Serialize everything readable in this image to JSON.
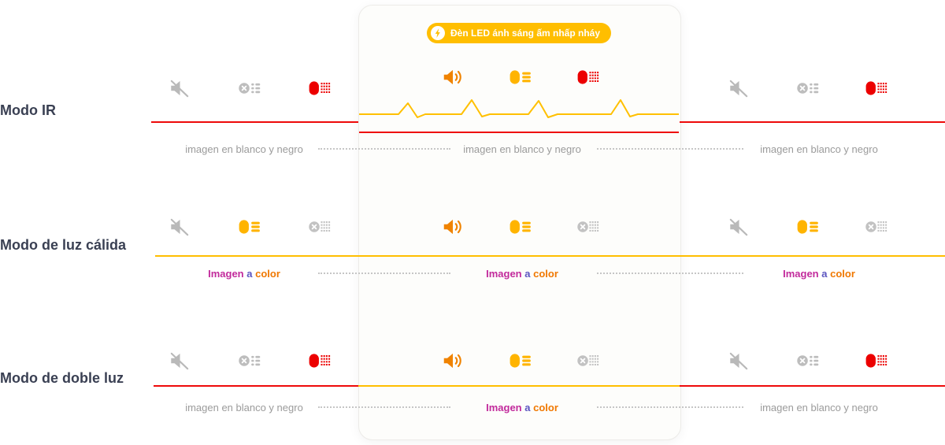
{
  "badge": {
    "label": "Đèn LED ánh sáng ấm nhấp nháy"
  },
  "colors": {
    "red_line": "#ee0a0a",
    "amber_line": "#ffbe00",
    "alarm_wave": "#ffc000",
    "badge_bg": "#ffbe00",
    "orange_icon": "#f08300",
    "yellow_icon": "#ffb400",
    "red_icon": "#ec0000",
    "gray_icon": "#b9b9b9",
    "label_text": "#3a4053",
    "caption_gray": "#9b9b9b"
  },
  "icon_defs": {
    "speaker-muted-icon": "gray speaker with slash (siren off)",
    "speaker-on-icon": "orange speaker with sound waves (siren on)",
    "warmlight-on-icon": "yellow warm LED with light beams (on)",
    "warmlight-off-icon": "gray LED with X and beams (warm light off)",
    "irlight-on-icon": "red IR LED with dotted beams (on)",
    "irlight-off-icon": "gray IR LED with X and dotted beams (off)",
    "flash-icon": "lightning bolt in white circle"
  },
  "rows": [
    {
      "label": "Modo IR",
      "line_color": "#ee0a0a",
      "sections": [
        {
          "icons": [
            "speaker-muted-icon",
            "warmlight-off-icon",
            "irlight-on-icon"
          ],
          "caption": {
            "style": "bw",
            "text": "imagen en blanco y negro"
          }
        },
        {
          "icons": [
            "speaker-on-icon",
            "warmlight-on-icon",
            "irlight-on-icon"
          ],
          "caption": {
            "style": "bw",
            "text": "imagen en blanco y negro"
          }
        },
        {
          "icons": [
            "speaker-muted-icon",
            "warmlight-off-icon",
            "irlight-on-icon"
          ],
          "caption": {
            "style": "bw",
            "text": "imagen en blanco y negro"
          }
        }
      ]
    },
    {
      "label": "Modo de luz cálida",
      "line_color": "#ffbe00",
      "sections": [
        {
          "icons": [
            "speaker-muted-icon",
            "warmlight-on-icon",
            "irlight-off-icon"
          ],
          "caption": {
            "style": "color",
            "parts": [
              "Imagen",
              "a",
              "color"
            ]
          }
        },
        {
          "icons": [
            "speaker-on-icon",
            "warmlight-on-icon",
            "irlight-off-icon"
          ],
          "caption": {
            "style": "color",
            "parts": [
              "Imagen",
              "a",
              "color"
            ]
          }
        },
        {
          "icons": [
            "speaker-muted-icon",
            "warmlight-on-icon",
            "irlight-off-icon"
          ],
          "caption": {
            "style": "color",
            "parts": [
              "Imagen",
              "a",
              "color"
            ]
          }
        }
      ]
    },
    {
      "label": "Modo de doble luz",
      "line_colors": {
        "left": "#ee0a0a",
        "center": "#ffbe00",
        "right": "#ee0a0a"
      },
      "sections": [
        {
          "icons": [
            "speaker-muted-icon",
            "warmlight-off-icon",
            "irlight-on-icon"
          ],
          "caption": {
            "style": "bw",
            "text": "imagen en blanco y negro"
          }
        },
        {
          "icons": [
            "speaker-on-icon",
            "warmlight-on-icon",
            "irlight-off-icon"
          ],
          "caption": {
            "style": "color",
            "parts": [
              "Imagen",
              "a",
              "color"
            ]
          }
        },
        {
          "icons": [
            "speaker-muted-icon",
            "warmlight-off-icon",
            "irlight-on-icon"
          ],
          "caption": {
            "style": "bw",
            "text": "imagen en blanco y negro"
          }
        }
      ]
    }
  ]
}
